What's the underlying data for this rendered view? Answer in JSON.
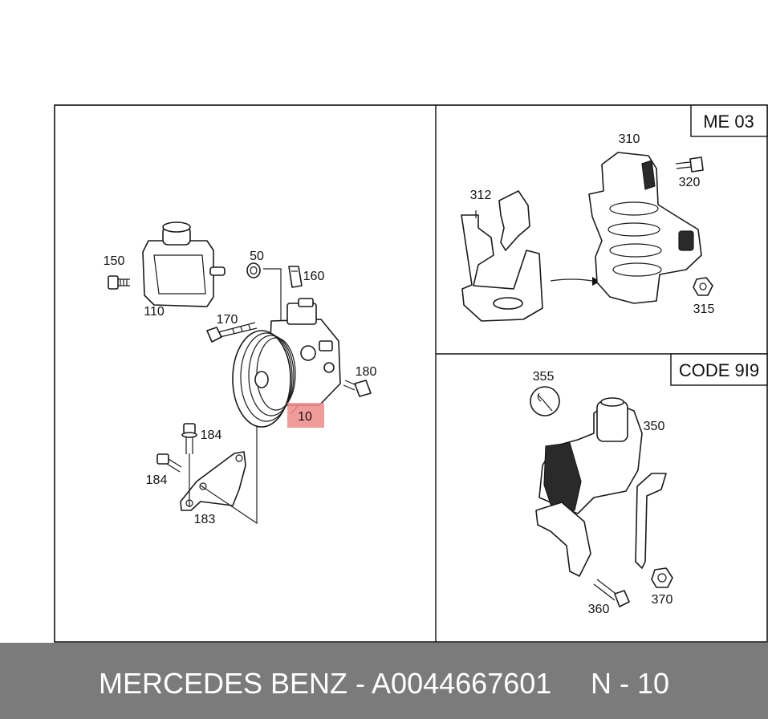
{
  "sections": {
    "top_right_header": "ME 03",
    "bottom_right_header": "CODE 9I9"
  },
  "callouts": {
    "p10": "10",
    "p50": "50",
    "p110": "110",
    "p150": "150",
    "p160": "160",
    "p170": "170",
    "p180": "180",
    "p183": "183",
    "p184a": "184",
    "p184b": "184",
    "p310": "310",
    "p312": "312",
    "p315": "315",
    "p320": "320",
    "p350": "350",
    "p355": "355",
    "p360": "360",
    "p370": "370"
  },
  "highlight_color": "#f08a8a",
  "footer": {
    "title": "MERCEDES BENZ - A0044667601",
    "page": "N - 10"
  }
}
